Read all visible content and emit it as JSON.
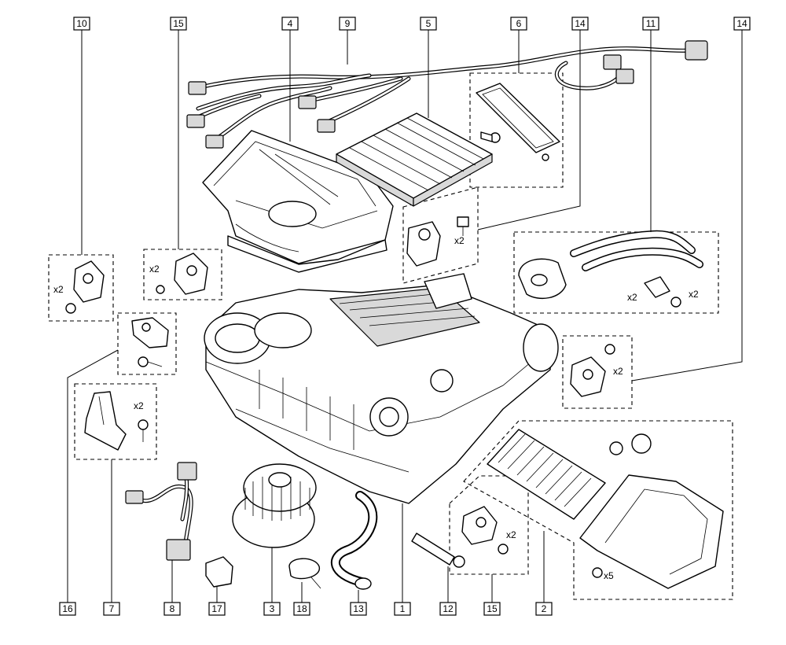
{
  "callouts": [
    {
      "id": "c10",
      "label": "10"
    },
    {
      "id": "c15a",
      "label": "15"
    },
    {
      "id": "c4",
      "label": "4"
    },
    {
      "id": "c9",
      "label": "9"
    },
    {
      "id": "c5",
      "label": "5"
    },
    {
      "id": "c6",
      "label": "6"
    },
    {
      "id": "c14a",
      "label": "14"
    },
    {
      "id": "c11",
      "label": "11"
    },
    {
      "id": "c14b",
      "label": "14"
    },
    {
      "id": "c16",
      "label": "16"
    },
    {
      "id": "c7",
      "label": "7"
    },
    {
      "id": "c8",
      "label": "8"
    },
    {
      "id": "c17",
      "label": "17"
    },
    {
      "id": "c3",
      "label": "3"
    },
    {
      "id": "c18",
      "label": "18"
    },
    {
      "id": "c13",
      "label": "13"
    },
    {
      "id": "c1",
      "label": "1"
    },
    {
      "id": "c12",
      "label": "12"
    },
    {
      "id": "c15b",
      "label": "15"
    },
    {
      "id": "c2",
      "label": "2"
    }
  ],
  "quantities": {
    "q_actuator_14": "x2",
    "q_actuator_15": "x2",
    "q_actuator_10": "x2",
    "q_pipes_a": "x2",
    "q_pipes_b": "x2",
    "q_actuator_14b": "x2",
    "q_resistor_7": "x2",
    "q_actuator_15b": "x2",
    "q_screws_2": "x5"
  }
}
